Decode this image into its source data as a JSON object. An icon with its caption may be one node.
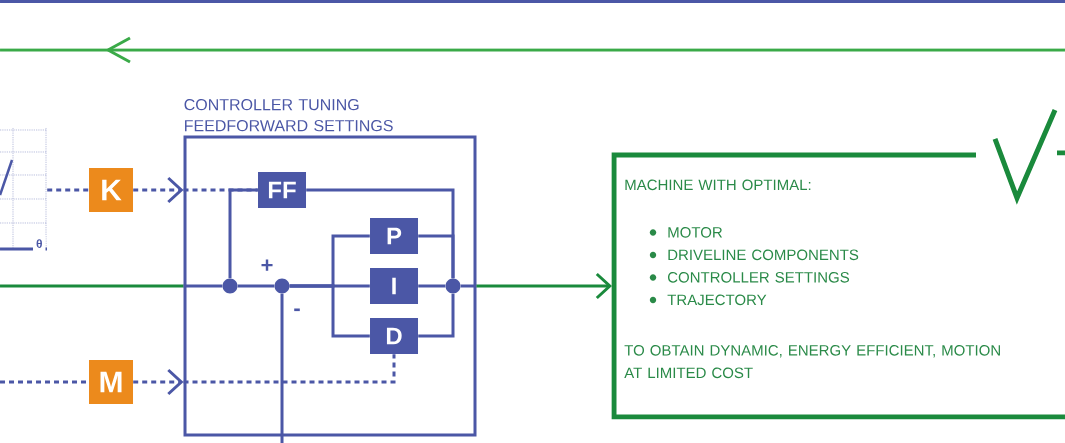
{
  "diagram": {
    "nodes": [
      {
        "text": [
          "θ"
        ]
      },
      {
        "text": [
          "K"
        ]
      },
      {
        "text": [
          "M"
        ]
      },
      {
        "text": [
          "CONTROLLER TUNING FEEDFORWARD SETTINGS"
        ]
      },
      {
        "text": [
          "FF"
        ],
        "in": 3
      },
      {
        "text": [
          "P"
        ],
        "in": 3
      },
      {
        "text": [
          "I"
        ],
        "in": 3
      },
      {
        "text": [
          "D"
        ],
        "in": 3
      },
      {
        "text": [],
        "shape": "circle",
        "in": 3
      },
      {
        "text": [],
        "shape": "circle",
        "in": 3
      },
      {
        "text": [],
        "shape": "circle",
        "in": 3
      },
      {
        "text": [
          "MACHINE WITH OPTIMAL:",
          "MOTOR",
          "DRIVELINE COMPONENTS",
          "CONTROLLER SETTINGS",
          "TRAJECTORY",
          "TO OBTAIN DYNAMIC, ENERGY EFFICIENT, MOTION AT LIMITED COST"
        ]
      }
    ],
    "edges": [
      {
        "from": 0,
        "to": 1,
        "arrow": "none",
        "style": "dashed"
      },
      {
        "from": 1,
        "to": 3,
        "arrow": "to",
        "style": "dashed"
      },
      {
        "from": 3,
        "to": 4,
        "arrow": "none",
        "style": "dashed"
      },
      {
        "from": null,
        "to": 2,
        "arrow": "none",
        "style": "dashed"
      },
      {
        "from": 2,
        "to": 3,
        "arrow": "to",
        "style": "dashed"
      },
      {
        "from": 3,
        "to": 7,
        "arrow": "none",
        "style": "dashed"
      },
      {
        "from": null,
        "to": 3,
        "arrow": "none",
        "color": "#1a8a3c"
      },
      {
        "from": 3,
        "to": 8,
        "arrow": "none"
      },
      {
        "from": 8,
        "to": 9,
        "arrow": "none"
      },
      {
        "from": 8,
        "to": 4,
        "arrow": "none"
      },
      {
        "from": 9,
        "to": 5,
        "arrow": "none"
      },
      {
        "from": 9,
        "to": 6,
        "arrow": "none"
      },
      {
        "from": 9,
        "to": 7,
        "arrow": "none"
      },
      {
        "from": 4,
        "to": 10,
        "arrow": "none"
      },
      {
        "from": 5,
        "to": 10,
        "arrow": "none"
      },
      {
        "from": 6,
        "to": 10,
        "arrow": "none"
      },
      {
        "from": 7,
        "to": 10,
        "arrow": "none"
      },
      {
        "from": null,
        "to": 9,
        "arrow": "none"
      },
      {
        "from": 10,
        "to": 3,
        "arrow": "none"
      },
      {
        "from": 3,
        "to": 11,
        "arrow": "to",
        "color": "#1a8a3c"
      }
    ],
    "labels": [
      "+",
      "-"
    ]
  }
}
